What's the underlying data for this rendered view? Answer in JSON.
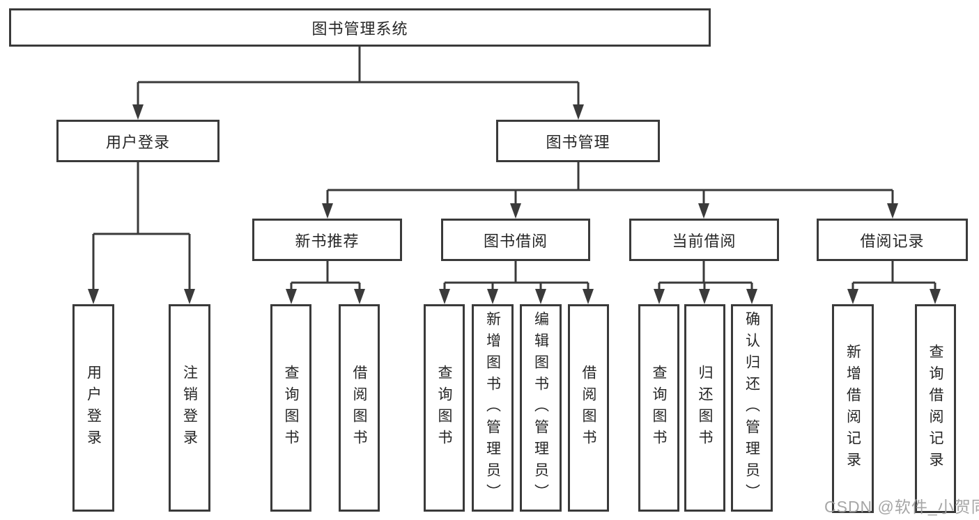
{
  "diagram": {
    "title": "图书管理系统",
    "watermark": "CSDN @软件_小贺同学",
    "colors": {
      "line": "#3a3a3a",
      "text": "#262626",
      "background": "#ffffff",
      "watermark": "#9e9e9e"
    },
    "root": {
      "label": "图书管理系统"
    },
    "level2": [
      {
        "label": "用户登录"
      },
      {
        "label": "图书管理"
      }
    ],
    "level3": [
      {
        "label": "新书推荐",
        "parent": "图书管理"
      },
      {
        "label": "图书借阅",
        "parent": "图书管理"
      },
      {
        "label": "当前借阅",
        "parent": "图书管理"
      },
      {
        "label": "借阅记录",
        "parent": "图书管理"
      }
    ],
    "leaves": [
      {
        "label": "用户登录",
        "parent": "用户登录"
      },
      {
        "label": "注销登录",
        "parent": "用户登录"
      },
      {
        "label": "查询图书",
        "parent": "新书推荐"
      },
      {
        "label": "借阅图书",
        "parent": "新书推荐"
      },
      {
        "label": "查询图书",
        "parent": "图书借阅"
      },
      {
        "label": "新增图书（管理员）",
        "parent": "图书借阅"
      },
      {
        "label": "编辑图书（管理员）",
        "parent": "图书借阅"
      },
      {
        "label": "借阅图书",
        "parent": "图书借阅"
      },
      {
        "label": "查询图书",
        "parent": "当前借阅"
      },
      {
        "label": "归还图书",
        "parent": "当前借阅"
      },
      {
        "label": "确认归还（管理员）",
        "parent": "当前借阅"
      },
      {
        "label": "新增借阅记录",
        "parent": "借阅记录"
      },
      {
        "label": "查询借阅记录",
        "parent": "借阅记录"
      }
    ]
  }
}
